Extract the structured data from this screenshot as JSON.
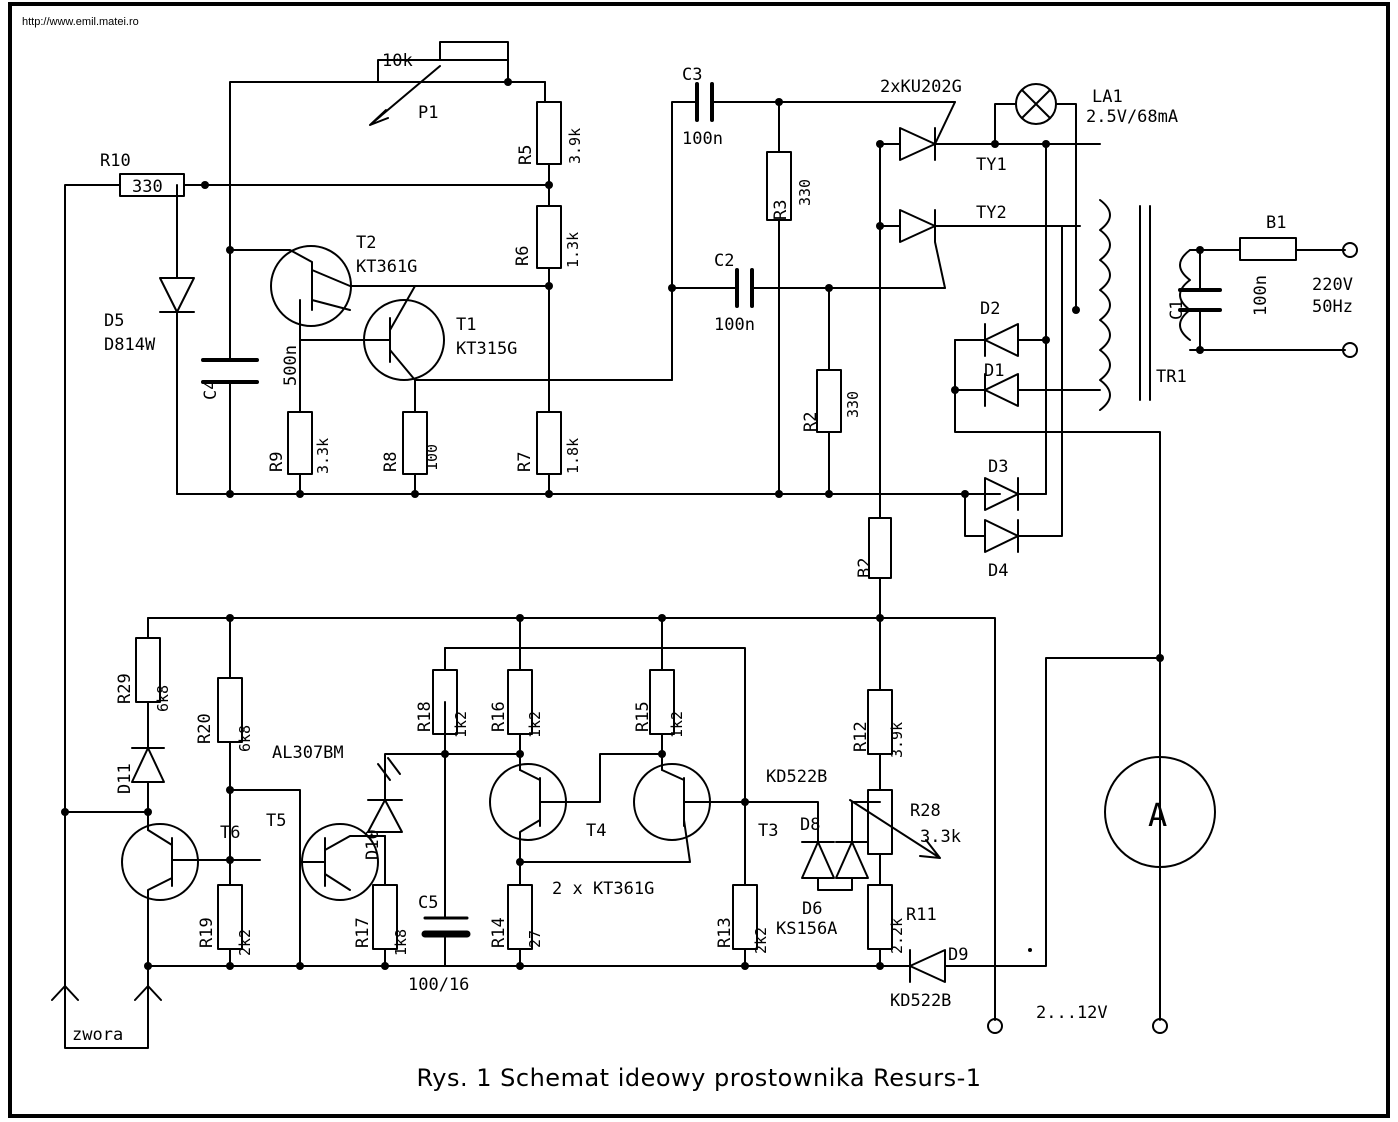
{
  "url": "http://www.emil.matei.ro",
  "caption": "Rys. 1 Schemat ideowy prostownika Resurs-1",
  "labels": {
    "p1_value": "10k",
    "p1": "P1",
    "r5": "R5",
    "r5_value": "3.9k",
    "r10": "R10",
    "r10_value": "330",
    "r6": "R6",
    "r6_value": "1.3k",
    "t2": "T2",
    "t2_type": "KT361G",
    "t1": "T1",
    "t1_type": "KT315G",
    "d5": "D5",
    "d5_type": "D814W",
    "c4": "C4",
    "c4_value": "500n",
    "r9": "R9",
    "r9_value": "3.3k",
    "r8": "R8",
    "r8_value": "100",
    "r7": "R7",
    "r7_value": "1.8k",
    "c3": "C3",
    "c3_value": "100n",
    "r3": "R3",
    "r3_value": "330",
    "c2": "C2",
    "c2_value": "100n",
    "r2": "R2",
    "r2_value": "330",
    "thyristors": "2xKU202G",
    "ty1": "TY1",
    "ty2": "TY2",
    "la1": "LA1",
    "la1_value": "2.5V/68mA",
    "b1": "B1",
    "c1": "C1",
    "c1_value": "100n",
    "mains": "220V",
    "mains_freq": "50Hz",
    "tr1": "TR1",
    "d1": "D1",
    "d2": "D2",
    "d3": "D3",
    "d4": "D4",
    "b2": "B2",
    "r29": "R29",
    "r29_value": "6k8",
    "r20": "R20",
    "r20_value": "6k8",
    "d11": "D11",
    "al307": "AL307BM",
    "r18": "R18",
    "r18_value": "1k2",
    "r16": "R16",
    "r16_value": "1k2",
    "r15": "R15",
    "r15_value": "1k2",
    "r12": "R12",
    "r12_value": "3.9k",
    "kd522b_top": "KD522B",
    "r28": "R28",
    "r28_value": "3.3k",
    "t6": "T6",
    "t5": "T5",
    "d10": "D10",
    "t4": "T4",
    "t3": "T3",
    "d8": "D8",
    "d6": "D6",
    "ks156a": "KS156A",
    "r19": "R19",
    "r19_value": "2k2",
    "r17": "R17",
    "r17_value": "1k8",
    "c5": "C5",
    "c5_value": "100/16",
    "r14": "R14",
    "r14_value": "27",
    "r13": "R13",
    "r13_value": "2k2",
    "r11": "R11",
    "r11_value": "2.2k",
    "d9": "D9",
    "kd522b_bottom": "KD522B",
    "ttype": "2 x KT361G",
    "output_range": "2...12V",
    "zwora": "zwora",
    "ammeter": "A"
  }
}
